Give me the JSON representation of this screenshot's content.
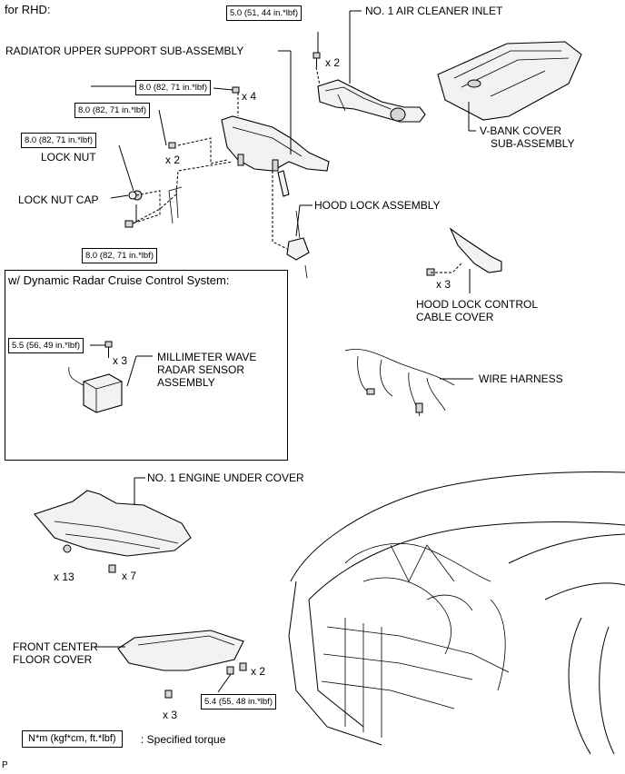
{
  "header": {
    "title": "for RHD:"
  },
  "torques": {
    "t1": "5.0 (51, 44 in.*lbf)",
    "t2": "8.0 (82, 71 in.*lbf)",
    "t3": "8.0 (82, 71 in.*lbf)",
    "t4": "8.0 (82, 71 in.*lbf)",
    "t5": "8.0 (82, 71 in.*lbf)",
    "t6": "5.5 (56, 49 in.*lbf)",
    "t7": "5.4 (55, 48 in.*lbf)"
  },
  "quantities": {
    "q1": "x 2",
    "q2": "x 4",
    "q3": "x 2",
    "q4": "x 3",
    "q5": "x 3",
    "q6": "x 13",
    "q7": "x 7",
    "q8": "x 2",
    "q9": "x 3"
  },
  "labels": {
    "air_cleaner_inlet": "NO. 1 AIR CLEANER INLET",
    "radiator_support": "RADIATOR UPPER SUPPORT SUB-ASSEMBLY",
    "vbank_cover_1": "V-BANK COVER",
    "vbank_cover_2": "SUB-ASSEMBLY",
    "lock_nut": "LOCK NUT",
    "lock_nut_cap": "LOCK NUT CAP",
    "hood_lock": "HOOD LOCK ASSEMBLY",
    "cable_cover_1": "HOOD LOCK CONTROL",
    "cable_cover_2": "CABLE COVER",
    "radar_box_title": "w/ Dynamic Radar Cruise Control System:",
    "radar_1": "MILLIMETER WAVE",
    "radar_2": "RADAR SENSOR",
    "radar_3": "ASSEMBLY",
    "wire_harness": "WIRE HARNESS",
    "engine_under_cover": "NO. 1 ENGINE UNDER COVER",
    "floor_cover_1": "FRONT CENTER",
    "floor_cover_2": "FLOOR COVER"
  },
  "legend": {
    "unit": "N*m (kgf*cm, ft.*lbf)",
    "text": ": Specified torque"
  },
  "footer": {
    "code": "P"
  }
}
